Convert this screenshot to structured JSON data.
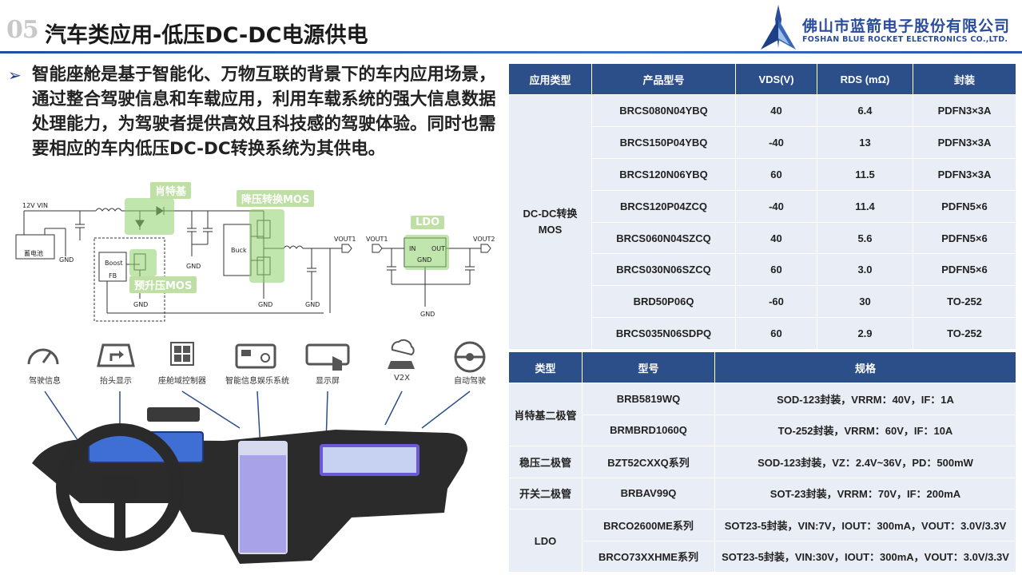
{
  "header": {
    "slide_number": "05",
    "title": "汽车类应用-低压DC-DC电源供电",
    "company_cn": "佛山市蓝箭电子股份有限公司",
    "company_en": "FOSHAN BLUE ROCKET ELECTRONICS CO.,LTD.",
    "brand_color": "#2a4d9b"
  },
  "bullet": {
    "text": "智能座舱是基于智能化、万物互联的背景下的车内应用场景，通过整合驾驶信息和车载应用，利用车载系统的强大信息数据处理能力，为驾驶者提供高效且科技感的驾驶体验。同时也需要相应的车内低压DC-DC转换系统为其供电。"
  },
  "circuit": {
    "tag_schottky": "肖特基",
    "tag_buck_mos": "降压转换MOS",
    "tag_boost_mos": "预升压MOS",
    "tag_ldo": "LDO",
    "vin": "12V VIN",
    "battery": "蓄电池",
    "gnd": "GND",
    "boost": "Boost",
    "fb": "FB",
    "buck": "Buck",
    "vout1": "VOUT1",
    "vout2": "VOUT2",
    "ldo_in": "IN",
    "ldo_out": "OUT",
    "ldo_gnd": "GND"
  },
  "car": {
    "labels": [
      "驾驶信息",
      "抬头显示",
      "座舱域控制器",
      "智能信息娱乐系统",
      "显示屏",
      "V2X",
      "自动驾驶"
    ],
    "icons": [
      "speedometer-icon",
      "hud-icon",
      "chip-icon",
      "infotainment-icon",
      "touch-screen-icon",
      "v2x-car-icon",
      "autonomous-driving-icon"
    ]
  },
  "mos_table": {
    "headers": [
      "应用类型",
      "产品型号",
      "VDS(V)",
      "RDS (mΩ)",
      "封装"
    ],
    "category": "DC-DC转换MOS",
    "rows": [
      [
        "BRCS080N04YBQ",
        "40",
        "6.4",
        "PDFN3×3A"
      ],
      [
        "BRCS150P04YBQ",
        "-40",
        "13",
        "PDFN3×3A"
      ],
      [
        "BRCS120N06YBQ",
        "60",
        "11.5",
        "PDFN3×3A"
      ],
      [
        "BRCS120P04ZCQ",
        "-40",
        "11.4",
        "PDFN5×6"
      ],
      [
        "BRCS060N04SZCQ",
        "40",
        "5.6",
        "PDFN5×6"
      ],
      [
        "BRCS030N06SZCQ",
        "60",
        "3.0",
        "PDFN5×6"
      ],
      [
        "BRD50P06Q",
        "-60",
        "30",
        "TO-252"
      ],
      [
        "BRCS035N06SDPQ",
        "60",
        "2.9",
        "TO-252"
      ]
    ]
  },
  "diode_table": {
    "headers": [
      "类型",
      "型号",
      "规格"
    ],
    "rows": [
      {
        "type": "肖特基二极管",
        "model": "BRB5819WQ",
        "spec": "SOD-123封装，VRRM：40V，IF：1A"
      },
      {
        "type": "",
        "model": "BRMBRD1060Q",
        "spec": "TO-252封装，VRRM：60V，IF：10A"
      },
      {
        "type": "稳压二极管",
        "model": "BZT52CXXQ系列",
        "spec": "SOD-123封装，VZ：2.4V~36V，PD：500mW"
      },
      {
        "type": "开关二极管",
        "model": "BRBAV99Q",
        "spec": "SOT-23封装，VRRM：70V，IF：200mA"
      },
      {
        "type": "LDO",
        "model": "BRCO2600ME系列",
        "spec": "SOT23-5封装，VIN:7V，IOUT：300mA，VOUT：3.0V/3.3V"
      },
      {
        "type": "",
        "model": "BRCO73XXHME系列",
        "spec": "SOT23-5封装，VIN:30V，IOUT：300mA，VOUT：3.0V/3.3V"
      }
    ]
  }
}
